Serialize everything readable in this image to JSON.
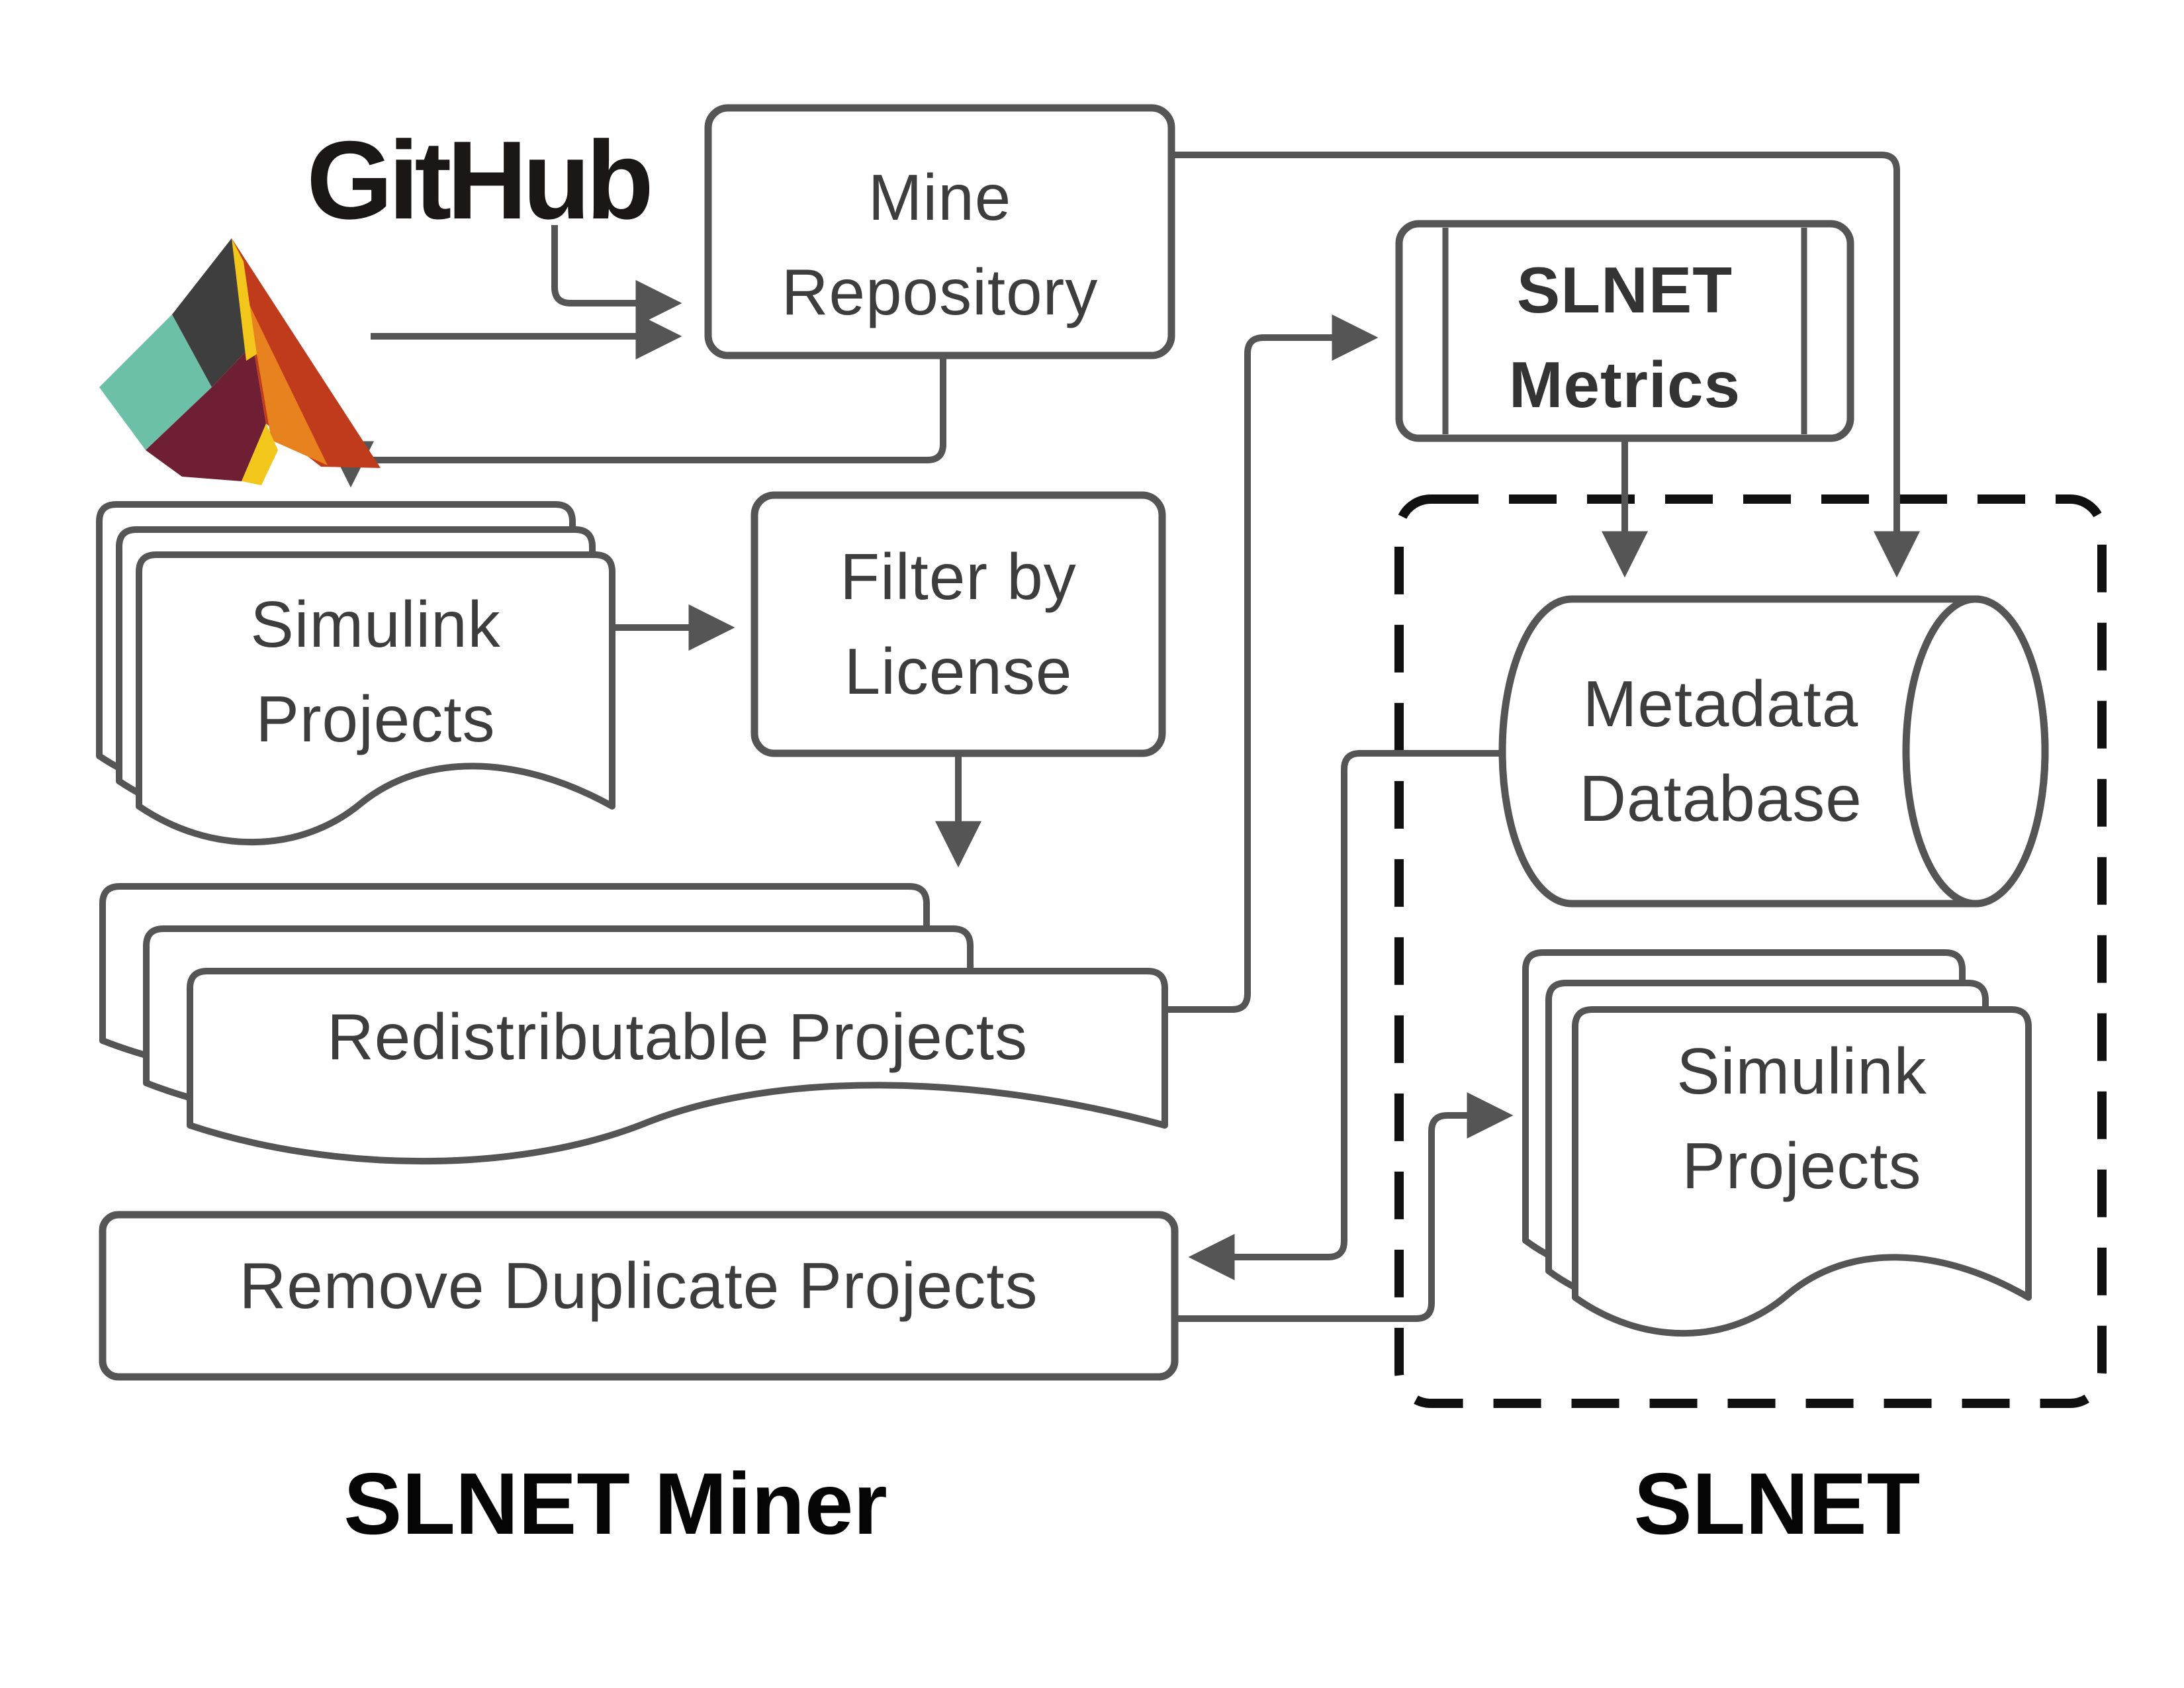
{
  "diagram_type": "flowchart",
  "nodes": {
    "github": {
      "label": "GitHub"
    },
    "matlab": {
      "icon": "matlab-logo"
    },
    "mine_repository": {
      "line1": "Mine",
      "line2": "Repository"
    },
    "slnet_metrics": {
      "line1": "SLNET",
      "line2": "Metrics"
    },
    "simulink_projects_left": {
      "line1": "Simulink",
      "line2": "Projects"
    },
    "filter_by_license": {
      "line1": "Filter by",
      "line2": "License"
    },
    "redistributable_projects": {
      "label": "Redistributable Projects"
    },
    "remove_duplicate_projects": {
      "label": "Remove Duplicate Projects"
    },
    "metadata_database": {
      "line1": "Metadata",
      "line2": "Database"
    },
    "simulink_projects_right": {
      "line1": "Simulink",
      "line2": "Projects"
    }
  },
  "captions": {
    "left": "SLNET Miner",
    "right": "SLNET"
  },
  "edges": [
    {
      "from": "github",
      "to": "mine_repository"
    },
    {
      "from": "matlab",
      "to": "mine_repository"
    },
    {
      "from": "mine_repository",
      "to": "simulink_projects_left"
    },
    {
      "from": "mine_repository",
      "to": "metadata_database"
    },
    {
      "from": "simulink_projects_left",
      "to": "filter_by_license"
    },
    {
      "from": "filter_by_license",
      "to": "redistributable_projects"
    },
    {
      "from": "redistributable_projects",
      "to": "slnet_metrics"
    },
    {
      "from": "redistributable_projects",
      "to": "remove_duplicate_projects"
    },
    {
      "from": "slnet_metrics",
      "to": "metadata_database"
    },
    {
      "from": "metadata_database",
      "to": "remove_duplicate_projects"
    },
    {
      "from": "remove_duplicate_projects",
      "to": "simulink_projects_right"
    }
  ],
  "colors": {
    "connector": "#555555",
    "shape_border": "#555555",
    "shape_fill": "#ffffff",
    "shape_text": "#3d3d3d",
    "dashed_container": "#101010",
    "caption_text": "#050505",
    "github_text": "#1b1717",
    "matlab_logo": [
      "#6cc0a8",
      "#3f3e3e",
      "#6e1f33",
      "#c03b1c",
      "#e8821e",
      "#f2c61b"
    ]
  }
}
